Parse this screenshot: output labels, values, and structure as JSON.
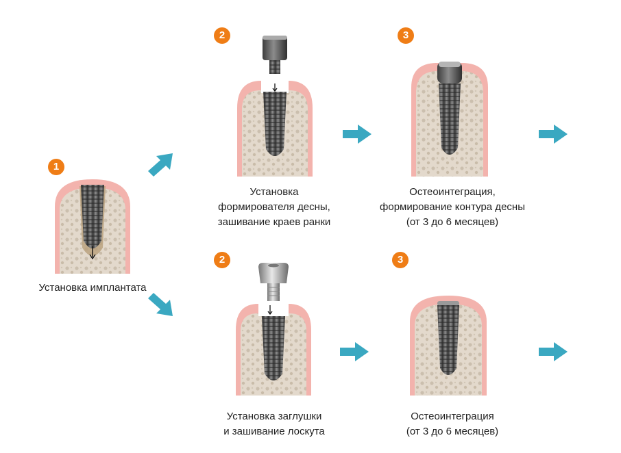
{
  "colors": {
    "badge": "#ef7d16",
    "arrow": "#3aa8c1",
    "gum": "#f2a5a0",
    "bone": "#ddd3c6",
    "implant": "#6f6f6f"
  },
  "step1": {
    "badge": "1",
    "caption": [
      "Установка имплантата"
    ]
  },
  "top": {
    "step2": {
      "badge": "2",
      "caption": [
        "Установка",
        "формирователя десны,",
        "зашивание краев ранки"
      ]
    },
    "step3": {
      "badge": "3",
      "caption": [
        "Остеоинтеграция,",
        "формирование контура десны",
        "(от 3 до 6 месяцев)"
      ]
    }
  },
  "bottom": {
    "step2": {
      "badge": "2",
      "caption": [
        "Установка заглушки",
        "и зашивание лоскута"
      ]
    },
    "step3": {
      "badge": "3",
      "caption": [
        "Остеоинтеграция",
        "(от 3 до 6 месяцев)"
      ]
    }
  }
}
